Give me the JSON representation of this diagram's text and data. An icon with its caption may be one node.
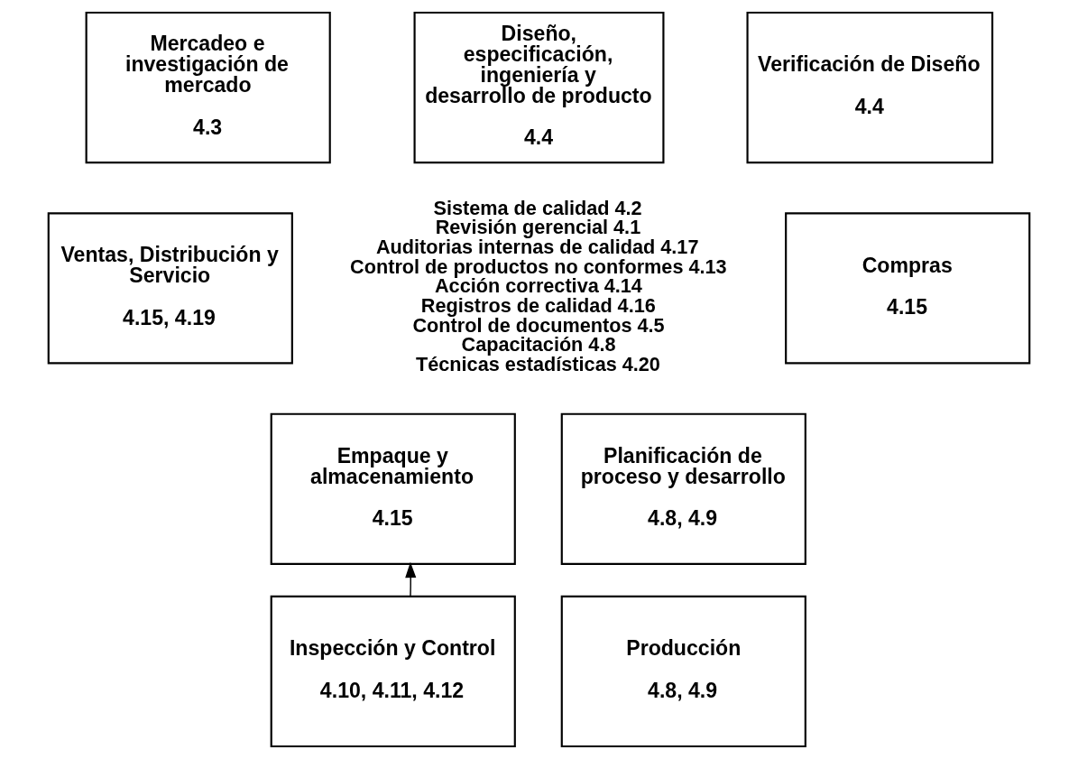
{
  "diagram": {
    "nodes": [
      {
        "text": [
          "Mercadeo e investigación de mercado",
          "4.3"
        ]
      },
      {
        "text": [
          "Diseño, especificación, ingeniería y desarrollo de producto",
          "4.4"
        ]
      },
      {
        "text": [
          "Verificación de Diseño",
          "4.4"
        ]
      },
      {
        "text": [
          "Ventas, Distribución y Servicio",
          "4.15, 4.19"
        ]
      },
      {
        "text": [
          "Compras",
          "4.15"
        ]
      },
      {
        "text": [
          "Empaque y almacenamiento",
          "4.15"
        ]
      },
      {
        "text": [
          "Planificación de proceso y desarrollo",
          "4.8, 4.9"
        ]
      },
      {
        "text": [
          "Inspección y Control",
          "4.10, 4.11, 4.12"
        ]
      },
      {
        "text": [
          "Producción",
          "4.8, 4.9"
        ]
      }
    ],
    "edges": [
      {
        "from": 7,
        "to": 5,
        "arrow": "to"
      }
    ],
    "labels": [
      "Sistema de calidad 4.2",
      "Revisión gerencial 4.1",
      "Auditorias internas de calidad 4.17",
      "Control de productos no conformes 4.13",
      "Acción correctiva 4.14",
      "Registros de calidad 4.16",
      "Control de documentos 4.5",
      "Capacitación 4.8",
      "Técnicas estadísticas 4.20"
    ]
  }
}
